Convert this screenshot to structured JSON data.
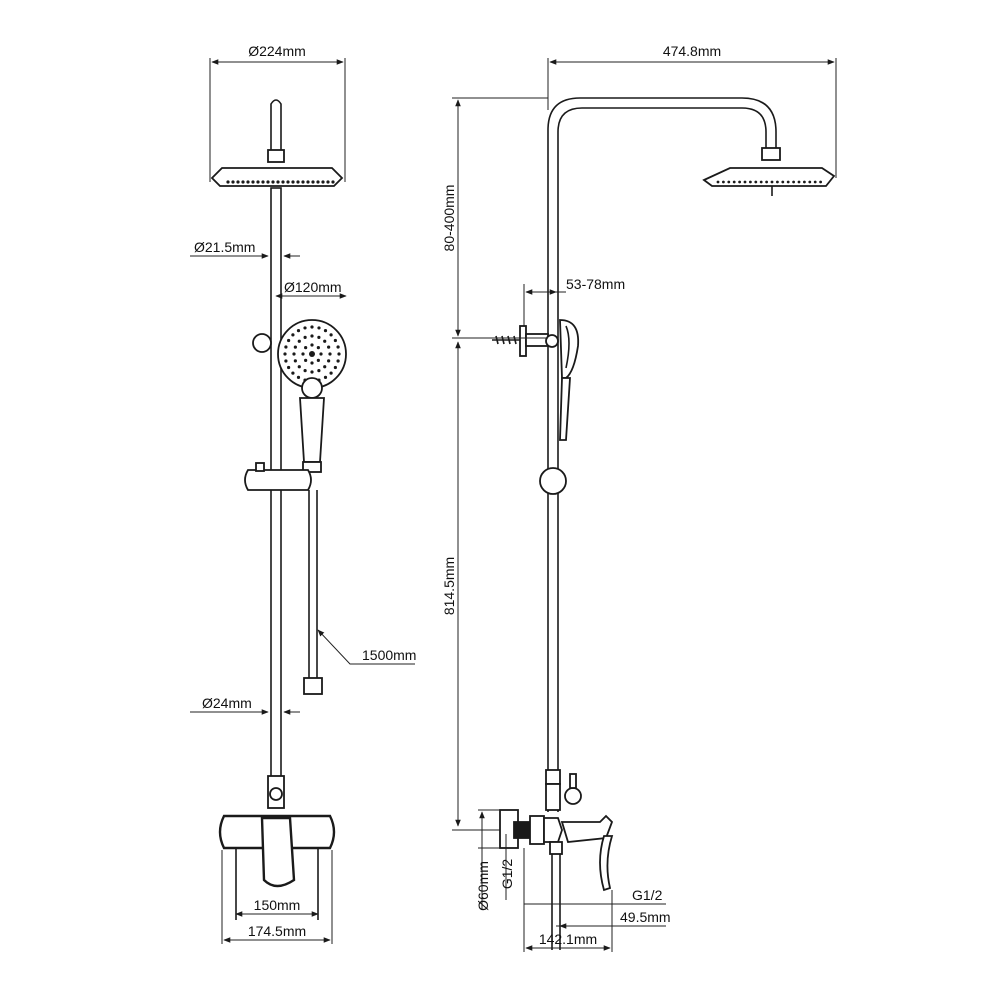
{
  "front_view": {
    "head_diameter": "Ø224mm",
    "pipe_top_diameter": "Ø21.5mm",
    "hand_shower_diameter": "Ø120mm",
    "hose_length": "1500mm",
    "pipe_bottom_diameter": "Ø24mm",
    "mixer_inner_width": "150mm",
    "mixer_outer_width": "174.5mm"
  },
  "side_view": {
    "arm_reach": "474.8mm",
    "height_adjust": "80-400mm",
    "bracket_range": "53-78mm",
    "pipe_height": "814.5mm",
    "flange_diameter": "Ø60mm",
    "inlet_thread_left": "G1/2",
    "inlet_thread_right": "G1/2",
    "offset_small": "49.5mm",
    "offset_total": "142.1mm"
  }
}
